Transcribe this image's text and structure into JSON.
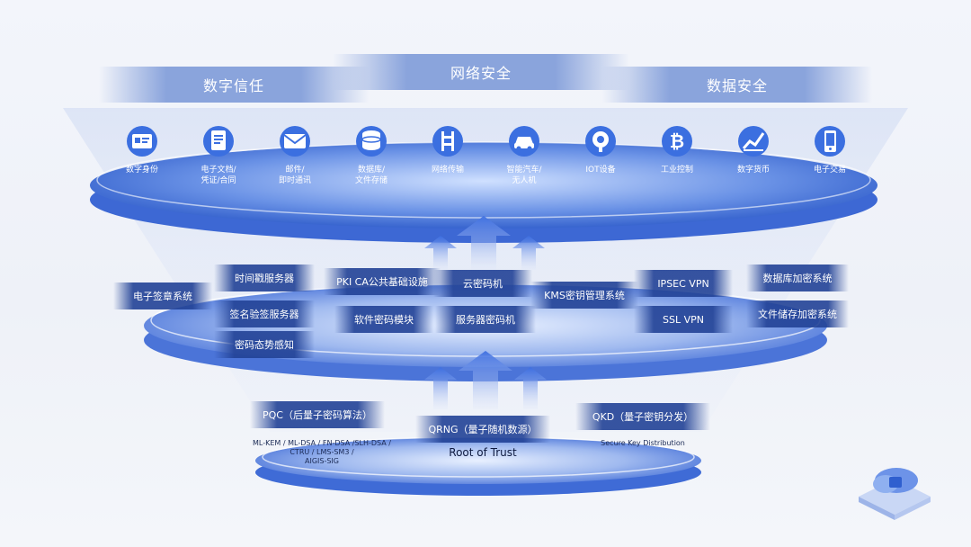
{
  "categories": {
    "left": "数字信任",
    "center": "网络安全",
    "right": "数据安全"
  },
  "apps": [
    {
      "label": "数字身份",
      "icon": "id-card-icon"
    },
    {
      "label": "电子文档/\n凭证/合同",
      "icon": "document-icon"
    },
    {
      "label": "邮件/\n即时通讯",
      "icon": "mail-icon"
    },
    {
      "label": "数据库/\n文件存储",
      "icon": "database-icon"
    },
    {
      "label": "网络传输",
      "icon": "network-transfer-icon"
    },
    {
      "label": "智能汽车/\n无人机",
      "icon": "car-icon"
    },
    {
      "label": "IOT设备",
      "icon": "iot-device-icon"
    },
    {
      "label": "工业控制",
      "icon": "bitcoin-icon"
    },
    {
      "label": "数字货币",
      "icon": "chart-icon"
    },
    {
      "label": "电子交易",
      "icon": "phone-payment-icon"
    }
  ],
  "services": {
    "e_signature": "电子签章系统",
    "timestamp": "时间戳服务器",
    "pki": "PKI CA公共基础设施",
    "cloud_crypto": "云密码机",
    "kms": "KMS密钥管理系统",
    "ipsec": "IPSEC VPN",
    "db_encrypt": "数据库加密系统",
    "sign_verify": "签名验签服务器",
    "software_crypto": "软件密码模块",
    "server_crypto": "服务器密码机",
    "ssl": "SSL VPN",
    "file_encrypt": "文件储存加密系统",
    "crypto_awareness": "密码态势感知"
  },
  "foundation": {
    "pqc": "PQC（后量子密码算法）",
    "pqc_algorithms": "ML-KEM / ML-DSA / FN-DSA /SLH-DSA /\nCTRU / LMS-SM3 /\nAIGIS-SIG",
    "qrng": "QRNG（量子随机数源）",
    "root": "Root of Trust",
    "qkd": "QKD（量子密钥分发）",
    "qkd_desc": "Secure Key Distribution"
  },
  "colors": {
    "disc_blue": "#2f5fcf",
    "tile_blue": "#22429a",
    "accent": "#3b6fe0"
  }
}
